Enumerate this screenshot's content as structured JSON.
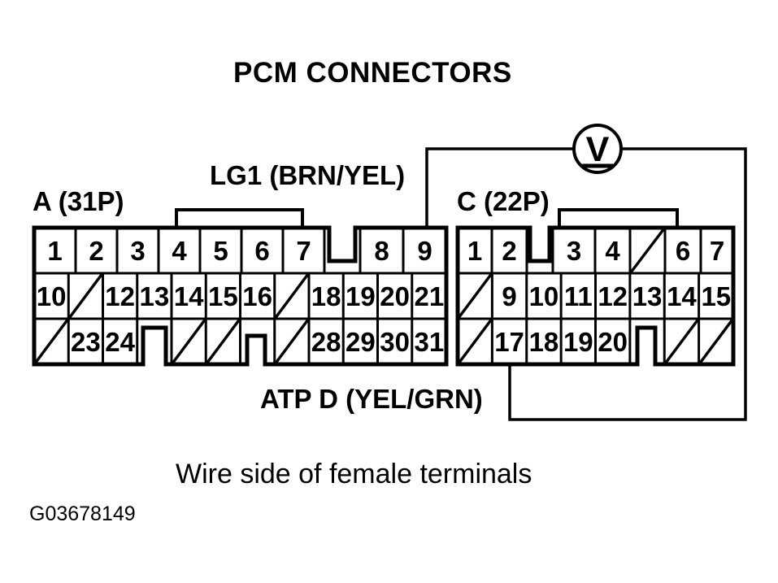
{
  "title": "PCM CONNECTORS",
  "note": "Wire side of female terminals",
  "figure_id": "G03678149",
  "voltmeter_symbol": "V",
  "colors": {
    "ink": "#000000",
    "paper": "#ffffff"
  },
  "connector_a": {
    "label": "A (31P)",
    "wire_label": "LG1 (BRN/YEL)",
    "rows": [
      [
        {
          "t": "pin",
          "n": "1"
        },
        {
          "t": "pin",
          "n": "2"
        },
        {
          "t": "pin",
          "n": "3"
        },
        {
          "t": "pin",
          "n": "4"
        },
        {
          "t": "pin",
          "n": "5"
        },
        {
          "t": "pin",
          "n": "6"
        },
        {
          "t": "pin",
          "n": "7"
        },
        {
          "t": "notch"
        },
        {
          "t": "pin",
          "n": "8"
        },
        {
          "t": "pin",
          "n": "9"
        }
      ],
      [
        {
          "t": "pin",
          "n": "10"
        },
        {
          "t": "slash"
        },
        {
          "t": "pin",
          "n": "12"
        },
        {
          "t": "pin",
          "n": "13"
        },
        {
          "t": "pin",
          "n": "14"
        },
        {
          "t": "pin",
          "n": "15"
        },
        {
          "t": "pin",
          "n": "16"
        },
        {
          "t": "slash"
        },
        {
          "t": "pin",
          "n": "18"
        },
        {
          "t": "pin",
          "n": "19"
        },
        {
          "t": "pin",
          "n": "20"
        },
        {
          "t": "pin",
          "n": "21"
        }
      ],
      [
        {
          "t": "slash"
        },
        {
          "t": "pin",
          "n": "23"
        },
        {
          "t": "pin",
          "n": "24"
        },
        {
          "t": "slot"
        },
        {
          "t": "slash"
        },
        {
          "t": "slash"
        },
        {
          "t": "slot"
        },
        {
          "t": "slash"
        },
        {
          "t": "pin",
          "n": "28"
        },
        {
          "t": "pin",
          "n": "29"
        },
        {
          "t": "pin",
          "n": "30"
        },
        {
          "t": "pin",
          "n": "31"
        }
      ]
    ]
  },
  "connector_c": {
    "label": "C (22P)",
    "wire_label": "ATP D (YEL/GRN)",
    "rows": [
      [
        {
          "t": "pin",
          "n": "1"
        },
        {
          "t": "pin",
          "n": "2"
        },
        {
          "t": "notch"
        },
        {
          "t": "pin",
          "n": "3"
        },
        {
          "t": "pin",
          "n": "4"
        },
        {
          "t": "slash"
        },
        {
          "t": "pin",
          "n": "6"
        },
        {
          "t": "pin",
          "n": "7"
        }
      ],
      [
        {
          "t": "slash"
        },
        {
          "t": "pin",
          "n": "9"
        },
        {
          "t": "pin",
          "n": "10"
        },
        {
          "t": "pin",
          "n": "11"
        },
        {
          "t": "pin",
          "n": "12"
        },
        {
          "t": "pin",
          "n": "13"
        },
        {
          "t": "pin",
          "n": "14"
        },
        {
          "t": "pin",
          "n": "15"
        }
      ],
      [
        {
          "t": "slash"
        },
        {
          "t": "pin",
          "n": "17"
        },
        {
          "t": "pin",
          "n": "18"
        },
        {
          "t": "pin",
          "n": "19"
        },
        {
          "t": "pin",
          "n": "20"
        },
        {
          "t": "slot"
        },
        {
          "t": "slash"
        },
        {
          "t": "slash"
        }
      ]
    ]
  }
}
